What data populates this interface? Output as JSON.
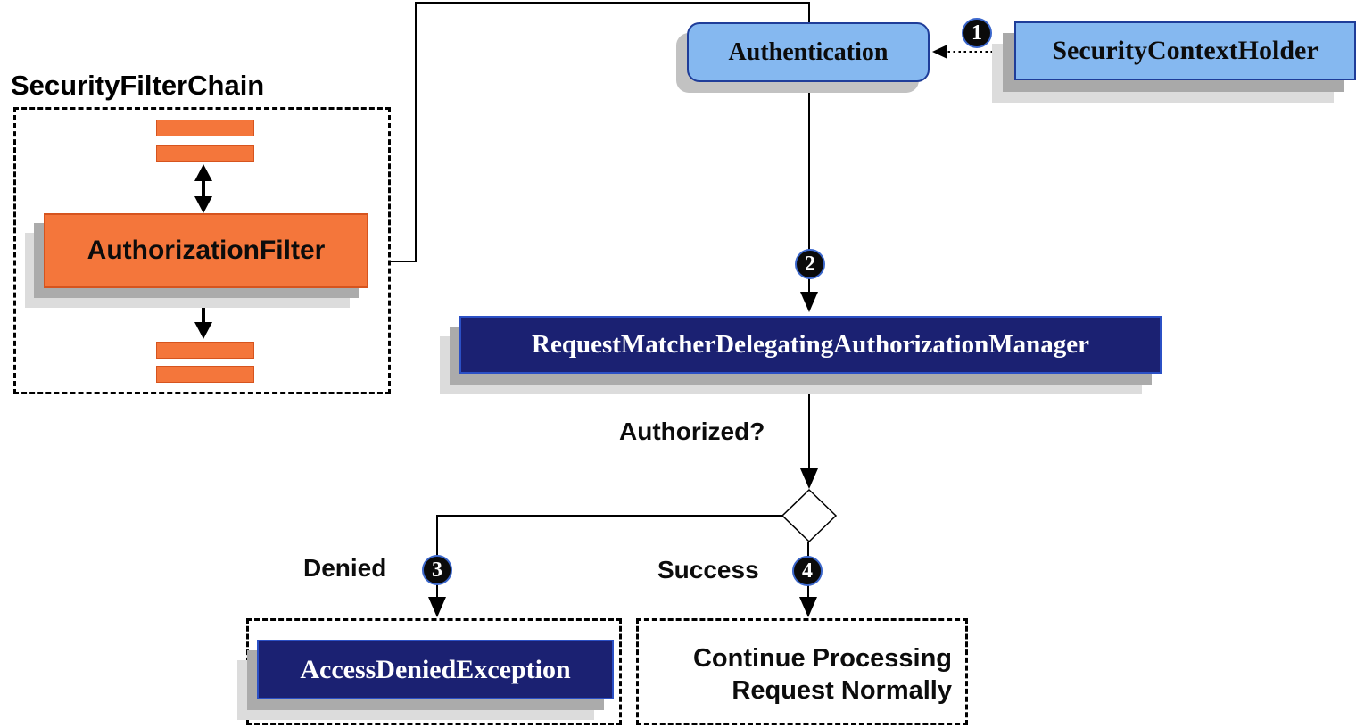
{
  "diagram": {
    "filter_chain": {
      "title": "SecurityFilterChain",
      "filter_label": "AuthorizationFilter"
    },
    "nodes": {
      "authentication": {
        "label": "Authentication"
      },
      "security_context_holder": {
        "label": "SecurityContextHolder"
      },
      "authorization_manager": {
        "label": "RequestMatcherDelegatingAuthorizationManager"
      },
      "access_denied_exception": {
        "label": "AccessDeniedException"
      },
      "continue_processing": {
        "line1": "Continue Processing",
        "line2": "Request Normally"
      }
    },
    "labels": {
      "authorized_question": "Authorized?",
      "denied": "Denied",
      "success": "Success"
    },
    "badges": {
      "step1": "1",
      "step2": "2",
      "step3": "3",
      "step4": "4"
    },
    "colors": {
      "filter_orange": "#F4763B",
      "filter_orange_border": "#D6541E",
      "node_light_blue": "#85B8F0",
      "node_blue_border": "#1F3D99",
      "manager_navy": "#1B2172",
      "manager_navy_border": "#2B50C5",
      "shadow_dark": "#ABABAB",
      "shadow_light": "#DCDCDC",
      "badge_ring_blue": "#3B67CC"
    }
  }
}
